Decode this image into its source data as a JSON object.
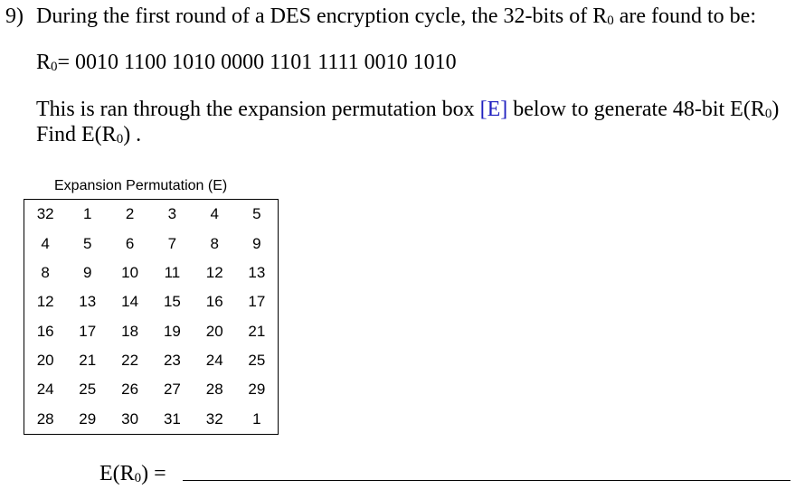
{
  "question": {
    "number": "9)",
    "text_before": "During the first round of a DES encryption cycle, the 32-bits of R",
    "sub": "0",
    "text_after": " are found to be:"
  },
  "r0": {
    "prefix": "R",
    "sub": "0",
    "equals_value": "= 0010 1100 1010 0000 1101 1111 0010 1010"
  },
  "description": {
    "line1_before": "This is ran through the expansion permutation box ",
    "line1_link": "[E]",
    "line1_mid": " below to generate 48-bit E(R",
    "line1_sub": "0",
    "line1_after": ")",
    "line2_before": "Find E(R",
    "line2_sub": "0",
    "line2_after": ") ."
  },
  "table": {
    "caption": "Expansion Permutation (E)",
    "rows": [
      [
        "32",
        "1",
        "2",
        "3",
        "4",
        "5"
      ],
      [
        "4",
        "5",
        "6",
        "7",
        "8",
        "9"
      ],
      [
        "8",
        "9",
        "10",
        "11",
        "12",
        "13"
      ],
      [
        "12",
        "13",
        "14",
        "15",
        "16",
        "17"
      ],
      [
        "16",
        "17",
        "18",
        "19",
        "20",
        "21"
      ],
      [
        "20",
        "21",
        "22",
        "23",
        "24",
        "25"
      ],
      [
        "24",
        "25",
        "26",
        "27",
        "28",
        "29"
      ],
      [
        "28",
        "29",
        "30",
        "31",
        "32",
        "1"
      ]
    ]
  },
  "answer": {
    "label_before": "E(R",
    "label_sub": "0",
    "label_after": ")  ="
  },
  "colors": {
    "link": "#1f1fbf",
    "text": "#000000"
  }
}
